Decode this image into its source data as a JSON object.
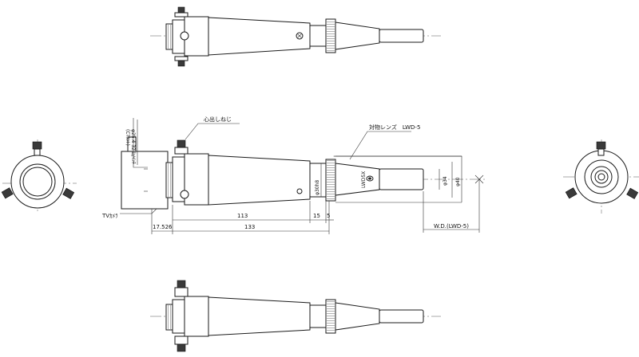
{
  "labels": {
    "setscrew": "心出しねじ",
    "objective": "対物レンズ　LWD-5",
    "tv_camera": "TVｶﾒﾗ",
    "mount_dia": "φ25.4 32山/ｲﾝﾁ",
    "mount_type": "(Cﾏｳﾝﾄ)",
    "dia_30h8": "φ30h8",
    "lens_mark": "LWD5X",
    "dia_34": "φ34",
    "dia_40": "φ40",
    "wd": "W.D.(LWD-5)"
  },
  "dimensions": {
    "d113": "113",
    "d15": "15",
    "d5": "5",
    "d17526": "17.526",
    "d133": "133"
  }
}
